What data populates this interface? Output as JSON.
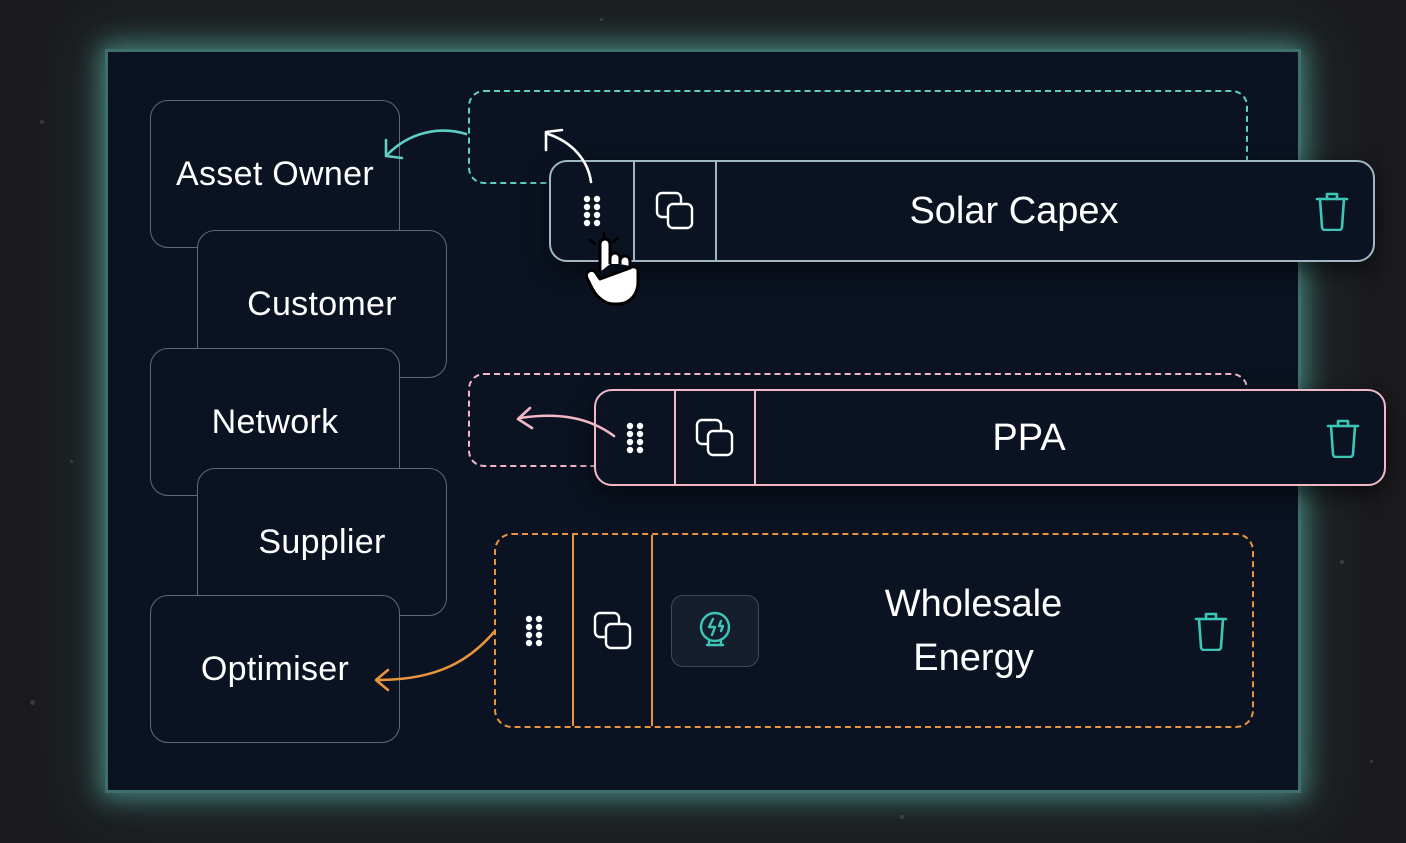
{
  "roles": [
    "Asset Owner",
    "Customer",
    "Network",
    "Supplier",
    "Optimiser"
  ],
  "cards": {
    "solar": {
      "title": "Solar Capex"
    },
    "ppa": {
      "title": "PPA"
    },
    "wholesale": {
      "title_line1": "Wholesale",
      "title_line2": "Energy"
    }
  },
  "icons": {
    "drag": "drag-handle-icon",
    "duplicate": "duplicate-icon",
    "delete": "trash-icon",
    "energy": "energy-globe-icon",
    "cursor": "hand-pointer-icon"
  },
  "colors": {
    "panel_bg": "#0b1322",
    "teal": "#5ecfc4",
    "pink": "#f2b8c6",
    "orange": "#e8953e",
    "card_border": "#9fb7c3",
    "trash": "#3cc6b8"
  }
}
